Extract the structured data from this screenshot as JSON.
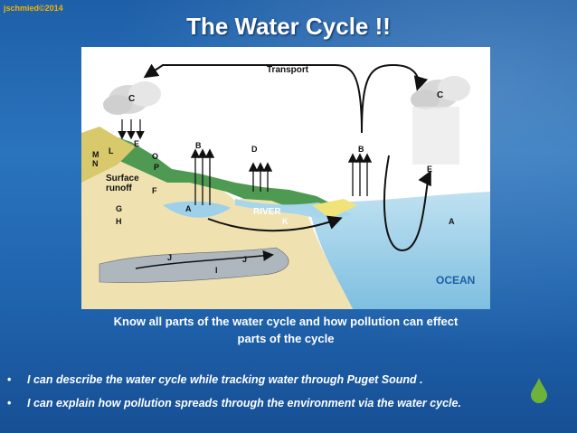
{
  "slide": {
    "copyright": "jschmied©2014",
    "title": "The Water Cycle !!",
    "caption_line1": "Know all parts of the water cycle and how pollution can effect",
    "caption_line2": "parts of the cycle",
    "bullets": [
      "I can describe the water cycle while tracking water through Puget Sound .",
      "I can explain how pollution spreads through the environment via the water cycle."
    ],
    "bullet_char": "•"
  },
  "diagram": {
    "transport": "Transport",
    "river": "RIVER",
    "ocean": "OCEAN",
    "surface_runoff_1": "Surface",
    "surface_runoff_2": "runoff",
    "labels": {
      "C": "C",
      "E": "E",
      "B": "B",
      "D": "D",
      "M": "M",
      "N": "N",
      "L": "L",
      "O": "O",
      "P": "P",
      "F": "F",
      "A": "A",
      "G": "G",
      "H": "H",
      "I": "I",
      "J": "J",
      "K": "K"
    }
  },
  "colors": {
    "background": "#2a74bd",
    "copyright": "#f2b300",
    "drop": "#6fb23a"
  },
  "icons": {
    "drop": "water-drop-icon",
    "cloud": "rain-cloud-icon"
  }
}
